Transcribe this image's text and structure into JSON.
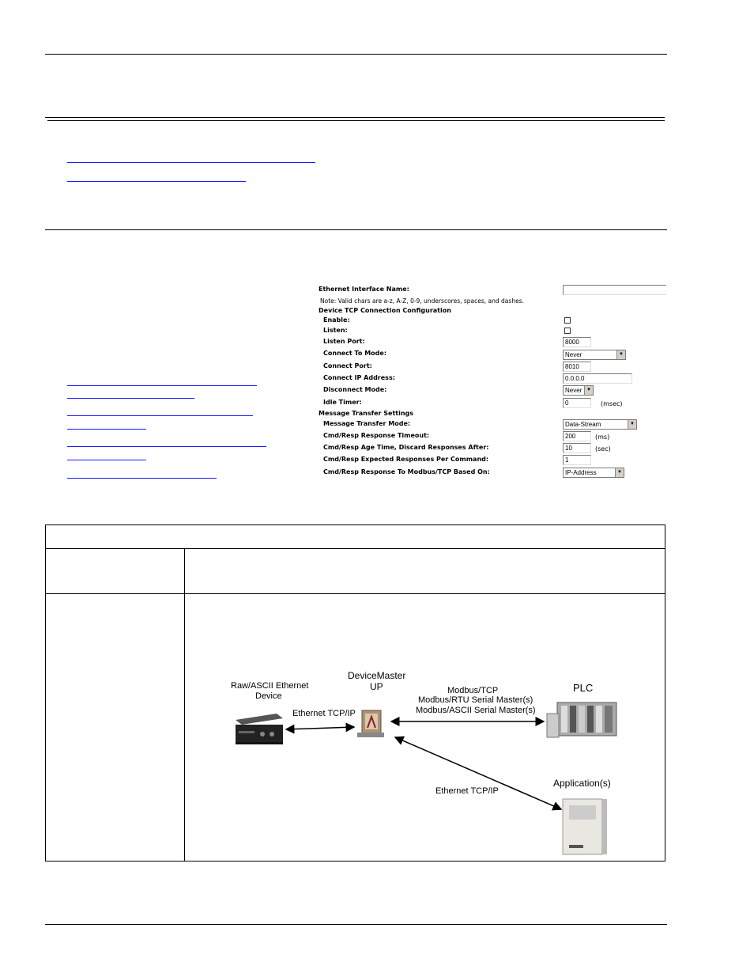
{
  "form": {
    "ethernet_interface_name_label": "Ethernet Interface Name:",
    "ethernet_interface_name_value": "",
    "note": "Note: Valid chars are a-z, A-Z, 0-9, underscores, spaces, and dashes.",
    "tcp_section_title": "Device TCP Connection Configuration",
    "enable_label": "Enable:",
    "enable_checked": false,
    "listen_label": "Listen:",
    "listen_checked": false,
    "listen_port_label": "Listen Port:",
    "listen_port_value": "8000",
    "connect_to_mode_label": "Connect To Mode:",
    "connect_to_mode_value": "Never",
    "connect_port_label": "Connect Port:",
    "connect_port_value": "8010",
    "connect_ip_label": "Connect IP Address:",
    "connect_ip_value": "0.0.0.0",
    "disconnect_mode_label": "Disconnect Mode:",
    "disconnect_mode_value": "Never",
    "idle_timer_label": "Idle Timer:",
    "idle_timer_value": "0",
    "idle_timer_unit": "(msec)",
    "transfer_section_title": "Message Transfer Settings",
    "transfer_mode_label": "Message Transfer Mode:",
    "transfer_mode_value": "Data-Stream",
    "response_timeout_label": "Cmd/Resp Response Timeout:",
    "response_timeout_value": "200",
    "response_timeout_unit": "(ms)",
    "age_time_label": "Cmd/Resp Age Time, Discard Responses After:",
    "age_time_value": "10",
    "age_time_unit": "(sec)",
    "expected_responses_label": "Cmd/Resp Expected Responses Per Command:",
    "expected_responses_value": "1",
    "response_based_on_label": "Cmd/Resp Response To Modbus/TCP Based On:",
    "response_based_on_value": "IP-Address"
  },
  "diagram": {
    "raw_device_label_line1": "Raw/ASCII Ethernet",
    "raw_device_label_line2": "Device",
    "devicemaster_label_line1": "DeviceMaster",
    "devicemaster_label_line2": "UP",
    "plc_label": "PLC",
    "applications_label": "Application(s)",
    "link_raw_to_dm": "Ethernet TCP/IP",
    "link_dm_to_plc_line1": "Modbus/TCP",
    "link_dm_to_plc_line2": "Modbus/RTU Serial Master(s)",
    "link_dm_to_plc_line3": "Modbus/ASCII Serial Master(s)",
    "link_dm_to_app": "Ethernet TCP/IP"
  },
  "colors": {
    "link": "#1a1aff"
  }
}
